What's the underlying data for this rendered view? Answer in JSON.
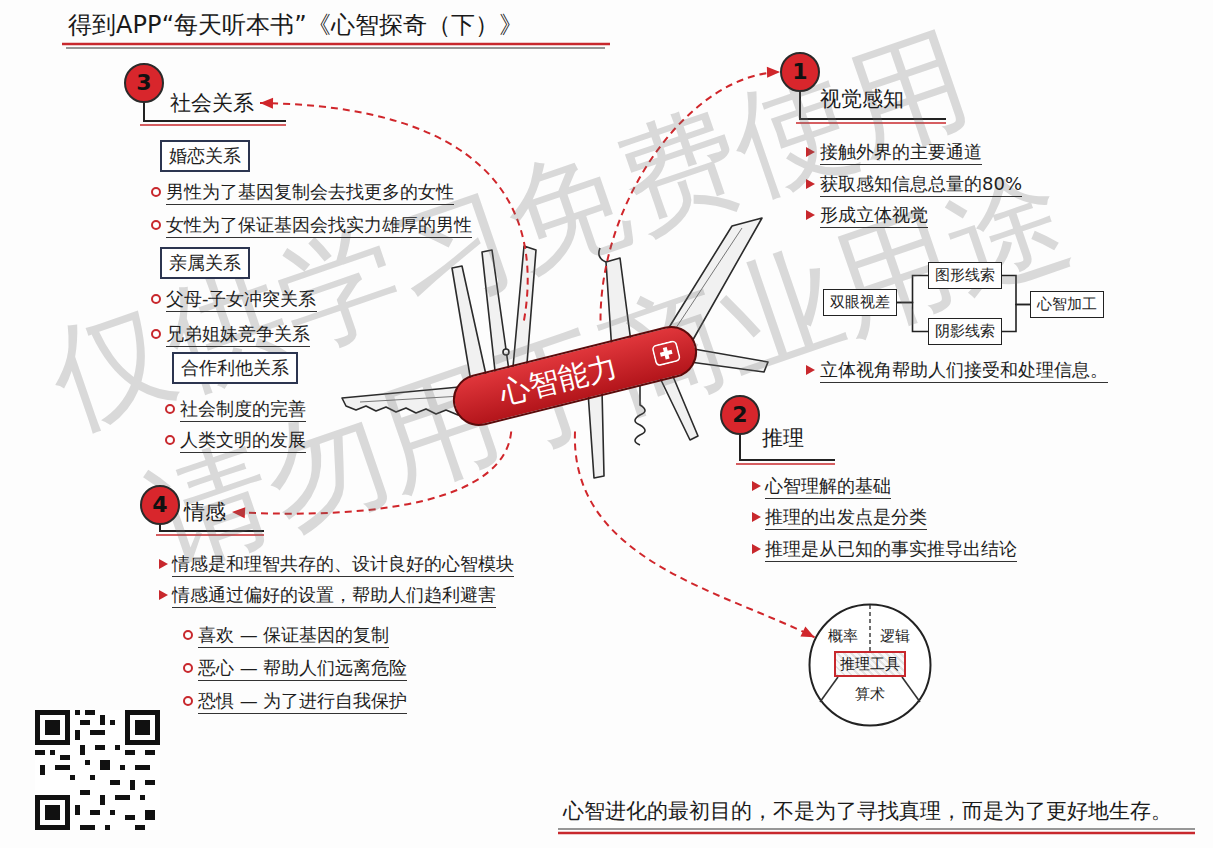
{
  "diagram": {
    "title": "得到APP“每天听本书”《心智探奇（下）》",
    "caption": "心智进化的最初目的，不是为了寻找真理，而是为了更好地生存。",
    "nodes": [
      {
        "text": [
          "3",
          "社会关系"
        ]
      },
      {
        "text": [
          "婚恋关系"
        ]
      },
      {
        "text": [
          "亲属关系"
        ]
      },
      {
        "text": [
          "合作利他关系"
        ]
      },
      {
        "text": [
          "1",
          "视觉感知"
        ]
      },
      {
        "text": [
          "双眼视差"
        ]
      },
      {
        "text": [
          "图形线索"
        ]
      },
      {
        "text": [
          "阴影线索"
        ]
      },
      {
        "text": [
          "心智加工"
        ]
      },
      {
        "text": [
          "心智能力"
        ]
      },
      {
        "text": [
          "2",
          "推理"
        ]
      },
      {
        "text": [
          "概率",
          "逻辑",
          "算术"
        ]
      },
      {
        "text": [
          "推理工具"
        ],
        "in": 11
      },
      {
        "text": [
          "4",
          "情感"
        ]
      }
    ],
    "edges": [
      {
        "from": 9,
        "to": 4,
        "arrow": "to"
      },
      {
        "from": 9,
        "to": 0,
        "arrow": "to"
      },
      {
        "from": 9,
        "to": 13,
        "arrow": "to"
      },
      {
        "from": 9,
        "to": 11,
        "arrow": "to"
      },
      {
        "from": 5,
        "to": 6,
        "arrow": "none"
      },
      {
        "from": 5,
        "to": 7,
        "arrow": "none"
      },
      {
        "from": 6,
        "to": 8,
        "arrow": "none"
      },
      {
        "from": 7,
        "to": 8,
        "arrow": "none"
      }
    ],
    "labels": [
      "男性为了基因复制会去找更多的女性",
      "女性为了保证基因会找实力雄厚的男性",
      "父母-子女冲突关系",
      "兄弟姐妹竞争关系",
      "社会制度的完善",
      "人类文明的发展",
      "接触外界的主要通道",
      "获取感知信息总量的80%",
      "形成立体视觉",
      "立体视角帮助人们接受和处理信息。",
      "心智理解的基础",
      "推理的出发点是分类",
      "推理是从已知的事实推导出结论",
      "情感是和理智共存的、设计良好的心智模块",
      "情感通过偏好的设置，帮助人们趋利避害",
      "喜欢 — 保证基因的复制",
      "恶心 — 帮助人们远离危险",
      "恐惧 — 为了进行自我保护",
      "仅供学习免费使用",
      "请勿用于商业用途"
    ]
  }
}
